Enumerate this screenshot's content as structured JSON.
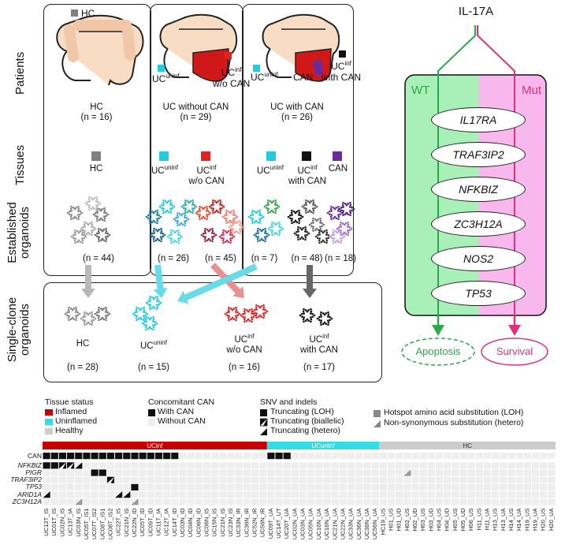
{
  "row_labels": {
    "patients": "Patients",
    "tissues": "Tissues",
    "established": "Established organoids",
    "single": "Single-clone organoids"
  },
  "patients": {
    "hc": {
      "tag": "HC",
      "title": "HC",
      "n": "(n = 16)"
    },
    "ucwo": {
      "tag_uninf": "UC",
      "tag_uninf_sup": "uninf",
      "tag_inf": "UC",
      "tag_inf_sup": "inf",
      "tag_inf_sub": "w/o CAN",
      "title": "UC without CAN",
      "n": "(n = 29)"
    },
    "ucw": {
      "tag_uninf": "UC",
      "tag_uninf_sup": "uninf",
      "tag_can": "CAN",
      "tag_inf": "UC",
      "tag_inf_sup": "inf",
      "tag_inf_sub": "with CAN",
      "title": "UC with CAN",
      "n": "(n = 26)"
    }
  },
  "tissues": {
    "hc": "HC",
    "uc_uninf": "UC",
    "uc_uninf_sup": "uninf",
    "uc_inf": "UC",
    "uc_inf_sup": "inf",
    "uc_inf_sub": "w/o CAN",
    "uc_uninf2": "UC",
    "uc_uninf2_sup": "uninf",
    "uc_inf2": "UC",
    "uc_inf2_sup": "inf",
    "uc_inf2_sub": "with CAN",
    "can": "CAN"
  },
  "established_counts": [
    "(n = 44)",
    "(n = 26)",
    "(n = 45)",
    "(n = 7)",
    "(n = 48)",
    "(n = 18)"
  ],
  "single_clone": [
    {
      "label": "HC",
      "sup": "",
      "sub": "",
      "n": "(n = 28)"
    },
    {
      "label": "UC",
      "sup": "uninf",
      "sub": "",
      "n": "(n = 15)"
    },
    {
      "label": "UC",
      "sup": "inf",
      "sub": "w/o CAN",
      "n": "(n = 16)"
    },
    {
      "label": "UC",
      "sup": "inf",
      "sub": "with CAN",
      "n": "(n = 17)"
    }
  ],
  "pathway": {
    "title": "IL-17A",
    "wt": "WT",
    "mut": "Mut",
    "genes": [
      "IL17RA",
      "TRAF3IP2",
      "NFKBIZ",
      "ZC3H12A",
      "NOS2",
      "TP53"
    ],
    "apoptosis": "Apoptosis",
    "survival": "Survival"
  },
  "colors": {
    "hc": "#808080",
    "uninf": "#22ccdd",
    "inf": "#dd2222",
    "can": "#6a2c9a",
    "black": "#111111",
    "wt_bg": "#a8f0b8",
    "mut_bg": "#f8b8ee",
    "green": "#2aa84a",
    "pink": "#e0307a"
  },
  "legend": {
    "tissue_status_title": "Tissue status",
    "inflamed": "Inflamed",
    "uninflamed": "Uninflamed",
    "healthy": "Healthy",
    "can_title": "Concomitant CAN",
    "with_can": "With CAN",
    "without_can": "Without CAN",
    "snv_title": "SNV and indels",
    "trunc_loh": "Truncating (LOH)",
    "trunc_biallelic": "Truncating (biallelic)",
    "trunc_hetero": "Truncating (hetero)",
    "hotspot": "Hotspot amino acid substitution (LOH)",
    "nonsyn": "Non-synonymous substitution (hetero)"
  },
  "heatmap": {
    "bar_labels": {
      "inf": "UCinf",
      "uninf": "UCuninf",
      "hc": "HC"
    },
    "rows": [
      "CAN",
      "NFKBIZ",
      "PIGR",
      "TRAF3IP2",
      "TP53",
      "ARID1A",
      "ZC3H12A"
    ],
    "columns": [
      "UC12T_IS",
      "UC01T_IS",
      "UC02N_IS",
      "UC13T_IA",
      "UC03N_IS",
      "UC05T_IS1",
      "UC07T_IS2",
      "UC08T_IS1",
      "UC08T_IS2",
      "UC22T_IS",
      "UC21N_IS",
      "UC22N_ID",
      "UC05T_ID",
      "UC09T_ID",
      "UC11T_IA",
      "UC12T_IA",
      "UC14T_ID",
      "UC03N_ID",
      "UC04N_ID",
      "UC06N_ID",
      "UC06N_IS",
      "UC15N_IS",
      "UC21N_IS",
      "UC23N_IS",
      "UC33N_IR",
      "UC36N_IR",
      "UC52N_IR",
      "UC56N_IR",
      "UC09T_UA",
      "UC14T_UT",
      "UC20T_UA",
      "UC02N_UA",
      "UC03N_UA",
      "UC05N_UA",
      "UC16N_UA",
      "UC18N_UA",
      "UC21N_UA",
      "UC22N_UA",
      "UC33N_UA",
      "UC36N_UA",
      "UC38N_UA",
      "UC56N_UA",
      "HC19_US",
      "H01_US",
      "H01_UD",
      "H02_US",
      "H02_UD",
      "H03_US",
      "H03_UD",
      "H04_US",
      "H04_UD",
      "H05_US",
      "H05_UD",
      "H06_US",
      "H11_US",
      "H11_UA",
      "H13_US",
      "H13_UA",
      "H14_US",
      "H14_UA",
      "H19_US",
      "H19_UA",
      "H20_US",
      "H20_UA"
    ],
    "n_inf": 28,
    "n_uninf": 14,
    "n_hc": 22,
    "can_cols": [
      0,
      1,
      2,
      3,
      4,
      5,
      6,
      7,
      8,
      9,
      10,
      11,
      12,
      13,
      14,
      15,
      16,
      28,
      29,
      30
    ],
    "cells": [
      {
        "r": 1,
        "c": 0,
        "t": "loh"
      },
      {
        "r": 1,
        "c": 1,
        "t": "loh"
      },
      {
        "r": 1,
        "c": 2,
        "t": "biallelic"
      },
      {
        "r": 1,
        "c": 3,
        "t": "biallelic"
      },
      {
        "r": 1,
        "c": 4,
        "t": "hetero"
      },
      {
        "r": 2,
        "c": 6,
        "t": "loh"
      },
      {
        "r": 2,
        "c": 7,
        "t": "loh"
      },
      {
        "r": 3,
        "c": 8,
        "t": "biallelic"
      },
      {
        "r": 4,
        "c": 11,
        "t": "loh"
      },
      {
        "r": 5,
        "c": 0,
        "t": "hetero"
      },
      {
        "r": 5,
        "c": 9,
        "t": "hetero"
      },
      {
        "r": 5,
        "c": 10,
        "t": "hetero"
      },
      {
        "r": 6,
        "c": 4,
        "t": "nonsyn"
      },
      {
        "r": 6,
        "c": 11,
        "t": "nonsyn"
      },
      {
        "r": 2,
        "c": 45,
        "t": "nonsyn"
      }
    ]
  }
}
